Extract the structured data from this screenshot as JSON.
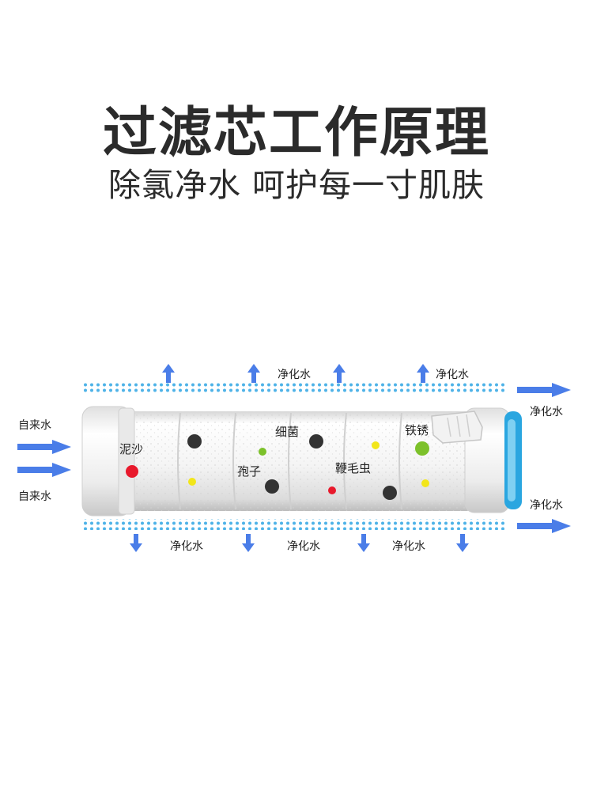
{
  "header": {
    "title": "过滤芯工作原理",
    "subtitle": "除氯净水 呵护每一寸肌肤"
  },
  "diagram": {
    "inlet_labels": [
      "自来水",
      "自来水"
    ],
    "outlet_side_labels": [
      "净化水",
      "净化水"
    ],
    "top_output_labels": [
      "净化水",
      "净化水"
    ],
    "bottom_output_labels": [
      "净化水",
      "净化水",
      "净化水"
    ],
    "contaminants": {
      "sludge": "泥沙",
      "bacteria": "细菌",
      "spores": "孢子",
      "flagellates": "鞭毛虫",
      "rust": "铁锈"
    },
    "colors": {
      "arrow_blue": "#4a7de8",
      "water_dots": "#4fb3e8",
      "cap_blue": "#2aa6e0",
      "particle_black": "#333333",
      "particle_red": "#e8192c",
      "particle_yellow": "#f2e61a",
      "particle_green": "#7cc12a"
    }
  }
}
